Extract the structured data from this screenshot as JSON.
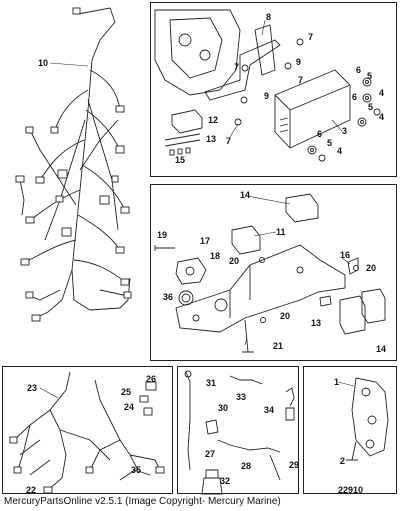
{
  "caption": "MercuryPartsOnline v2.5.1 (Image Copyright- Mercury Marine)",
  "diagram_number": "22910",
  "panels": {
    "harness": {
      "callouts": [
        "10"
      ]
    },
    "ecm": {
      "callouts": [
        "8",
        "7",
        "7",
        "9",
        "7",
        "9",
        "6",
        "5",
        "4",
        "6",
        "5",
        "4",
        "12",
        "13",
        "15",
        "7",
        "3",
        "6",
        "5",
        "4"
      ]
    },
    "relay_bracket": {
      "callouts": [
        "14",
        "11",
        "19",
        "17",
        "18",
        "20",
        "16",
        "20",
        "36",
        "20",
        "13",
        "21",
        "14"
      ]
    },
    "sub_harness": {
      "callouts": [
        "23",
        "26",
        "25",
        "24",
        "22",
        "35"
      ]
    },
    "sensors": {
      "callouts": [
        "31",
        "33",
        "30",
        "34",
        "27",
        "28",
        "29",
        "32"
      ]
    },
    "bracket": {
      "callouts": [
        "1",
        "2"
      ]
    }
  }
}
